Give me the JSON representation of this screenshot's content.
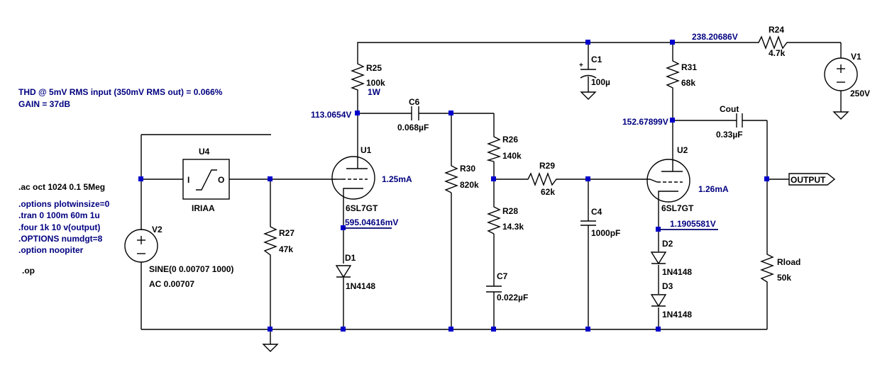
{
  "notes": {
    "thd": "THD @ 5mV RMS input (350mV RMS out) = 0.066%",
    "gain": "GAIN = 37dB"
  },
  "directives": {
    "ac": ".ac oct 1024 0.1 5Meg",
    "plotwinsize": ".options plotwinsize=0",
    "tran": ".tran 0 100m 60m 1u",
    "four": ".four 1k 10 v(output)",
    "numdgt": ".OPTIONS numdgt=8",
    "noopiter": ".option noopiter",
    "op": ".op"
  },
  "sources": {
    "v1": {
      "name": "V1",
      "value": "250V"
    },
    "v2": {
      "name": "V2",
      "sine": "SINE(0 0.00707 1000)",
      "ac": "AC 0.00707"
    }
  },
  "filter": {
    "name": "U4",
    "model": "IRIAA",
    "in_pin": "I",
    "out_pin": "O"
  },
  "resistors": {
    "r24": {
      "name": "R24",
      "value": "4.7k"
    },
    "r25": {
      "name": "R25",
      "value": "100k",
      "power": "1W"
    },
    "r26": {
      "name": "R26",
      "value": "140k"
    },
    "r27": {
      "name": "R27",
      "value": "47k"
    },
    "r28": {
      "name": "R28",
      "value": "14.3k"
    },
    "r29": {
      "name": "R29",
      "value": "62k"
    },
    "r30": {
      "name": "R30",
      "value": "820k"
    },
    "r31": {
      "name": "R31",
      "value": "68k"
    },
    "rload": {
      "name": "Rload",
      "value": "50k"
    }
  },
  "capacitors": {
    "c1": {
      "name": "C1",
      "value": "100µ"
    },
    "c4": {
      "name": "C4",
      "value": "1000pF"
    },
    "c6": {
      "name": "C6",
      "value": "0.068µF"
    },
    "c7": {
      "name": "C7",
      "value": "0.022µF"
    },
    "cout": {
      "name": "Cout",
      "value": "0.33µF"
    }
  },
  "tubes": {
    "u1": {
      "name": "U1",
      "model": "6SL7GT",
      "current": "1.25mA"
    },
    "u2": {
      "name": "U2",
      "model": "6SL7GT",
      "current": "1.26mA"
    }
  },
  "diodes": {
    "d1": {
      "name": "D1",
      "model": "1N4148"
    },
    "d2": {
      "name": "D2",
      "model": "1N4148"
    },
    "d3": {
      "name": "D3",
      "model": "1N4148"
    }
  },
  "voltages": {
    "supply": "238.20686V",
    "u1_plate": "113.0654V",
    "u1_cathode": "595.04616mV",
    "u2_plate": "152.67899V",
    "u2_cathode": "1.1905581V"
  },
  "output_port": "OUTPUT",
  "colors": {
    "wire": "#000000",
    "junction": "#0000cc",
    "annotation": "#000080",
    "text": "#000000"
  }
}
